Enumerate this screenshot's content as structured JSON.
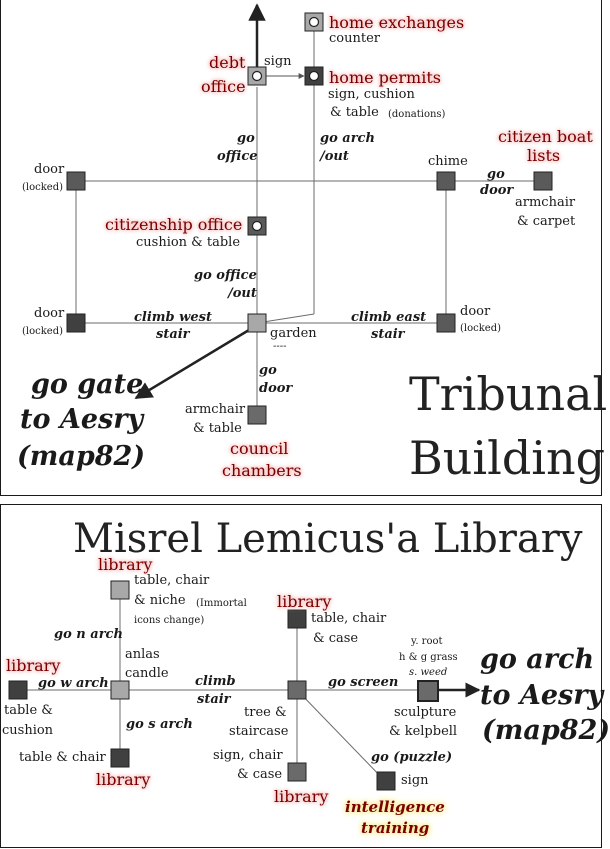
{
  "tribunal": {
    "title_line1": "Tribunal",
    "title_line2": "Building",
    "rooms": {
      "home_exchanges": "home exchanges",
      "home_exchanges_items": "counter",
      "debt_office_1": "debt",
      "debt_office_2": "office",
      "sign": "sign",
      "home_permits": "home permits",
      "home_permits_items_1": "sign, cushion",
      "home_permits_items_2": "& table",
      "home_permits_note": "(donations)",
      "citizen_boat_1": "citizen boat",
      "citizen_boat_2": "lists",
      "citizen_boat_items_1": "armchair",
      "citizen_boat_items_2": "& carpet",
      "chime": "chime",
      "door_nw": "door",
      "locked_nw": "(locked)",
      "citizenship_office": "citizenship office",
      "citizenship_items": "cushion & table",
      "door_w": "door",
      "locked_w": "(locked)",
      "door_e": "door",
      "locked_e": "(locked)",
      "garden": "garden",
      "garden_marker": "----",
      "armchair_1": "armchair",
      "armchair_2": "& table",
      "council_1": "council",
      "council_2": "chambers"
    },
    "exits": {
      "go_office_1": "go",
      "go_office_2": "office",
      "go_arch_1": "go arch",
      "go_arch_2": "/out",
      "go_door_1": "go",
      "go_door_2": "door",
      "go_office_out_1": "go office",
      "go_office_out_2": "/out",
      "climb_west_1": "climb west",
      "climb_west_2": "stair",
      "climb_east_1": "climb east",
      "climb_east_2": "stair",
      "go_door_s_1": "go",
      "go_door_s_2": "door",
      "gate_1": "go gate",
      "gate_2": "to Aesry",
      "gate_3": "(map82)"
    }
  },
  "library": {
    "title": "Misrel Lemicus'a Library",
    "rooms": {
      "library_top": "library",
      "top_items_1": "table, chair",
      "top_items_2": "& niche",
      "top_note_1": "(Immortal",
      "top_note_2": "icons change)",
      "anlas_1": "anlas",
      "anlas_2": "candle",
      "library_w": "library",
      "w_items_1": "table &",
      "w_items_2": "cushion",
      "table_chair": "table & chair",
      "library_sw": "library",
      "library_n": "library",
      "n_items_1": "table, chair",
      "n_items_2": "& case",
      "tree_1": "tree &",
      "tree_2": "staircase",
      "sign_chair_1": "sign, chair",
      "sign_chair_2": "& case",
      "library_s": "library",
      "yroot": "y. root",
      "hgrass": "h & g grass",
      "sweed": "s. weed",
      "sculpture_1": "sculpture",
      "sculpture_2": "& kelpbell",
      "sign": "sign",
      "intelligence_1": "intelligence",
      "intelligence_2": "training"
    },
    "exits": {
      "go_n_arch": "go n arch",
      "go_w_arch": "go w arch",
      "go_s_arch": "go s arch",
      "climb_1": "climb",
      "climb_2": "stair",
      "go_screen": "go screen",
      "go_puzzle": "go (puzzle)",
      "arch_1": "go arch",
      "arch_2": "to Aesry",
      "arch_3": "(map82)"
    }
  },
  "colors": {
    "node_dark": "#404040",
    "node_mid": "#6a6a6a",
    "node_light": "#a8a8a8",
    "line": "#6b6b6b",
    "label_red": "#7a0000",
    "glow_red": "#f4c6c6",
    "glow_yellow": "#f7ec9a"
  }
}
